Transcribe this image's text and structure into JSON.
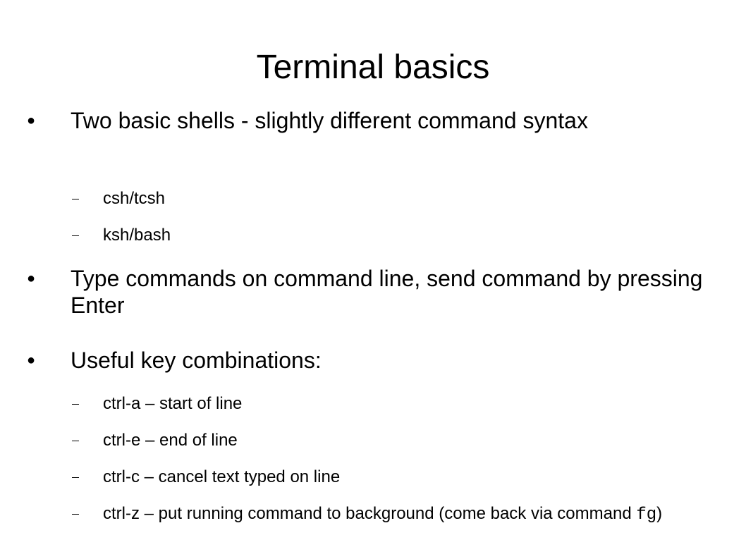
{
  "slide": {
    "title": "Terminal basics",
    "bullets": [
      {
        "text": "Two basic shells - slightly different command syntax",
        "sub": [
          "csh/tcsh",
          "ksh/bash"
        ]
      },
      {
        "text": "Type commands on command line, send command by pressing Enter",
        "sub": []
      },
      {
        "text": "Useful key combinations:",
        "sub": [
          "ctrl-a – start of line",
          "ctrl-e – end of line",
          "ctrl-c – cancel text typed on line"
        ],
        "last_sub": {
          "prefix": "ctrl-z – put running command to background (come back via command ",
          "code": "fg",
          "suffix": ")"
        }
      }
    ]
  }
}
